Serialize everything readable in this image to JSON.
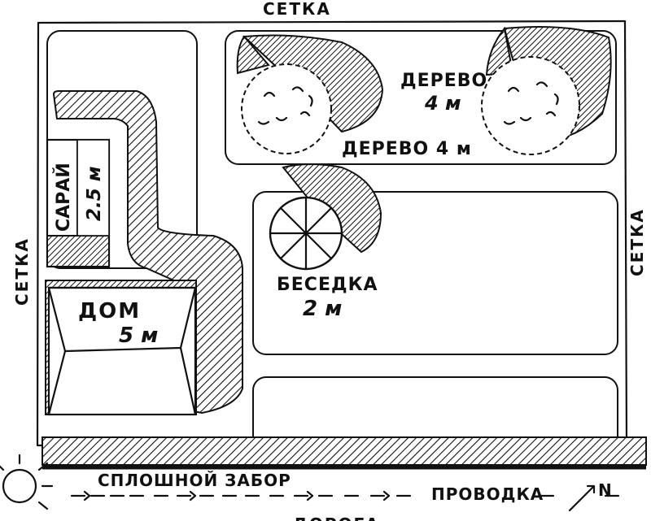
{
  "labels": {
    "fence_top": "СЕТКА",
    "fence_left": "СЕТКА",
    "fence_right": "СЕТКА",
    "solid_fence": "СПЛОШНОЙ ЗАБОР",
    "wiring": "ПРОВОДКА",
    "road": "ДОРОГА",
    "north": "N",
    "shed": "САРАЙ",
    "shed_height": "2.5 м",
    "house": "ДОМ",
    "house_height": "5 м",
    "tree_1_name": "ДЕРЕВО",
    "tree_1_height": "4 м",
    "tree_2_label": "ДЕРЕВО 4 м",
    "gazebo": "БЕСЕДКА",
    "gazebo_height": "2 м"
  },
  "colors": {
    "ink": "#111111",
    "paper": "#ffffff"
  },
  "icons": [
    "sun-icon",
    "north-arrow-icon"
  ]
}
